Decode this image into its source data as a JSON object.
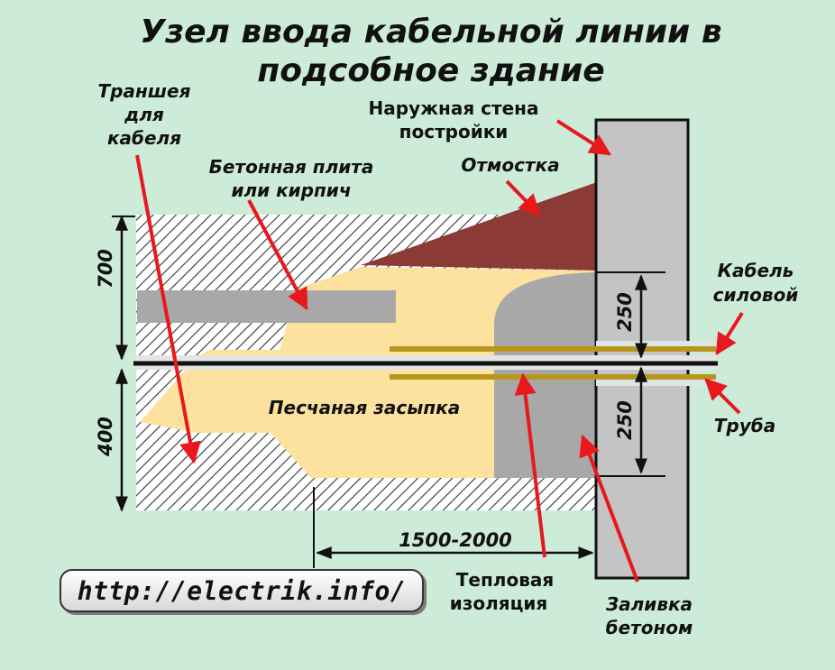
{
  "title": {
    "line1": "Узел ввода кабельной линии в",
    "line2": "подсобное здание"
  },
  "labels": {
    "trench": [
      "Траншея",
      "для",
      "кабеля"
    ],
    "slab": [
      "Бетонная плита",
      "или кирпич"
    ],
    "outer_wall": [
      "Наружная стена",
      "постройки"
    ],
    "blind_area": "Отмостка",
    "power_cable": [
      "Кабель",
      "силовой"
    ],
    "pipe": "Труба",
    "sand_fill": "Песчаная засыпка",
    "thermal_insulation": [
      "Тепловая",
      "изоляция"
    ],
    "concrete_fill": [
      "Заливка",
      "бетоном"
    ]
  },
  "dimensions": {
    "upper_depth": "700",
    "lower_depth": "400",
    "pipe_above": "250",
    "pipe_below": "250",
    "distance": "1500-2000"
  },
  "website": "http://electrik.info/",
  "colors": {
    "background": "#cdebd9",
    "sand": "#fde29f",
    "concrete": "#a8a8a8",
    "blind_area": "#8b3a36",
    "wall": "#c4c4c4",
    "pipe": "#b8961e",
    "arrow": "#e8181d"
  }
}
